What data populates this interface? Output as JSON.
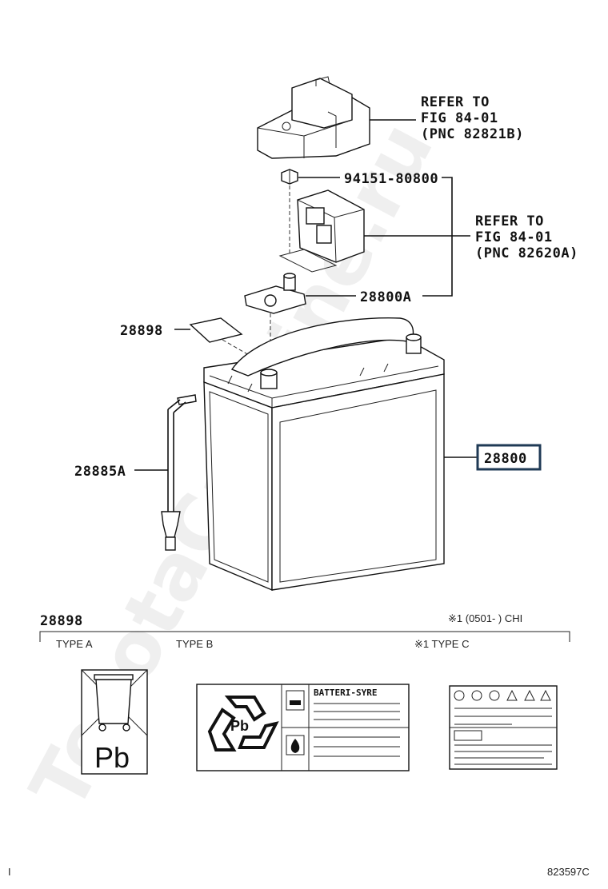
{
  "callouts": {
    "refer_relay_cover": [
      "REFER TO",
      "FIG 84-01",
      "(PNC 82821B)"
    ],
    "bolt": "94151-80800",
    "refer_relay": [
      "REFER TO",
      "FIG 84-01",
      "(PNC 82620A)"
    ],
    "terminal": "28800A",
    "label_sticker": "28898",
    "hold_down_bolt": "28885A",
    "battery": "28800"
  },
  "label_section": {
    "part_number": "28898",
    "note": "※1 (0501-    ) CHI",
    "types": [
      "TYPE A",
      "TYPE B",
      "※1 TYPE C"
    ],
    "type_a_text": "Pb",
    "type_b_title": "BATTERI-SYRE",
    "type_b_symbol": "Pb"
  },
  "diagram_code": "823597C",
  "corner_mark": "I",
  "watermark": "ToyotaCarMine.ru",
  "colors": {
    "highlight": "#1f3a55",
    "ink": "#111111"
  }
}
